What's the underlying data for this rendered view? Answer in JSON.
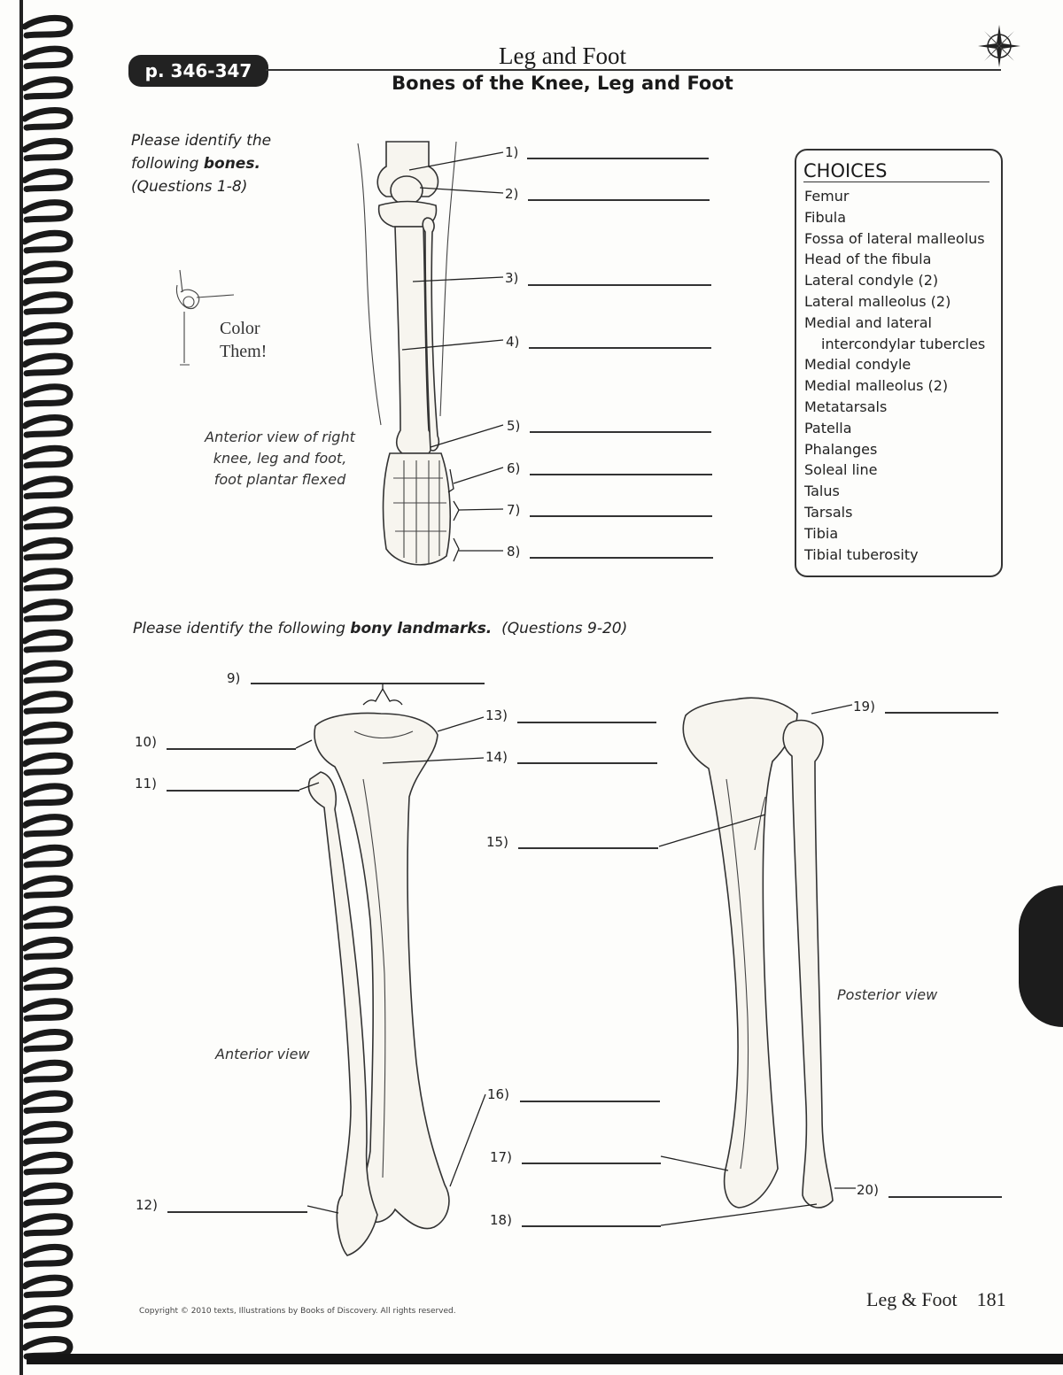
{
  "header": {
    "page_range": "p. 346-347",
    "title": "Leg and Foot",
    "subtitle": "Bones of the Knee, Leg and Foot"
  },
  "section1": {
    "instruction_line1": "Please identify the",
    "instruction_line2a": "following ",
    "instruction_line2b": "bones.",
    "instruction_line3": "(Questions 1-8)",
    "color_line1": "Color",
    "color_line2": "Them!",
    "view_line1": "Anterior view of right",
    "view_line2": "knee, leg and foot,",
    "view_line3": "foot plantar flexed",
    "questions": [
      "1)",
      "2)",
      "3)",
      "4)",
      "5)",
      "6)",
      "7)",
      "8)"
    ]
  },
  "choices": {
    "title": "CHOICES",
    "items": [
      "Femur",
      "Fibula",
      "Fossa of lateral malleolus",
      "Head of the fibula",
      "Lateral condyle (2)",
      "Lateral malleolus (2)",
      "Medial and lateral",
      "intercondylar tubercles",
      "Medial condyle",
      "Medial malleolus (2)",
      "Metatarsals",
      "Patella",
      "Phalanges",
      "Soleal line",
      "Talus",
      "Tarsals",
      "Tibia",
      "Tibial tuberosity"
    ]
  },
  "section2": {
    "instruction_a": "Please identify the following ",
    "instruction_b": "bony landmarks.",
    "instruction_c": "  (Questions 9-20)",
    "questions": [
      "9)",
      "10)",
      "11)",
      "12)",
      "13)",
      "14)",
      "15)",
      "16)",
      "17)",
      "18)",
      "19)",
      "20)"
    ],
    "anterior_label": "Anterior view",
    "posterior_label": "Posterior view"
  },
  "footer": {
    "copyright": "Copyright © 2010 texts, Illustrations by Books of Discovery.  All rights reserved.",
    "section": "Leg & Foot",
    "page_number": "181"
  },
  "colors": {
    "badge": "#222222",
    "ink": "#1a1a1a",
    "paper": "#fdfdfb"
  },
  "icons": [
    "compass-rose-icon",
    "spiral-binding"
  ]
}
